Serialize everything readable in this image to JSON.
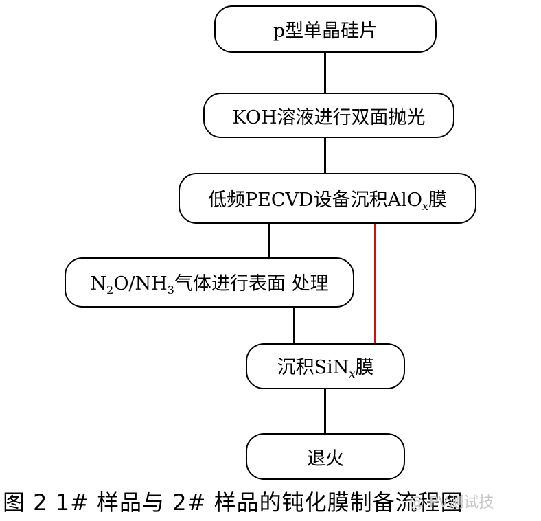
{
  "nodes": {
    "n1": {
      "label": "p型单晶硅片"
    },
    "n2": {
      "label": "KOH溶液进行双面抛光"
    },
    "n3": {
      "pre": "低频PECVD设备沉积AlO",
      "sub": "x",
      "post": "膜"
    },
    "n4": {
      "p1": "N",
      "s1": "2",
      "p2": "O/NH",
      "s2": "3",
      "p3": "气体进行表面 处理"
    },
    "n5": {
      "pre": "沉积SiN",
      "sub": "x",
      "post": "膜"
    },
    "n6": {
      "label": "退火"
    }
  },
  "caption": "图 2  1# 样品与 2# 样品的钝化膜制备流程图",
  "watermark": "@ PV测试技",
  "colors": {
    "line": "#000000",
    "highlight": "#d01010"
  }
}
